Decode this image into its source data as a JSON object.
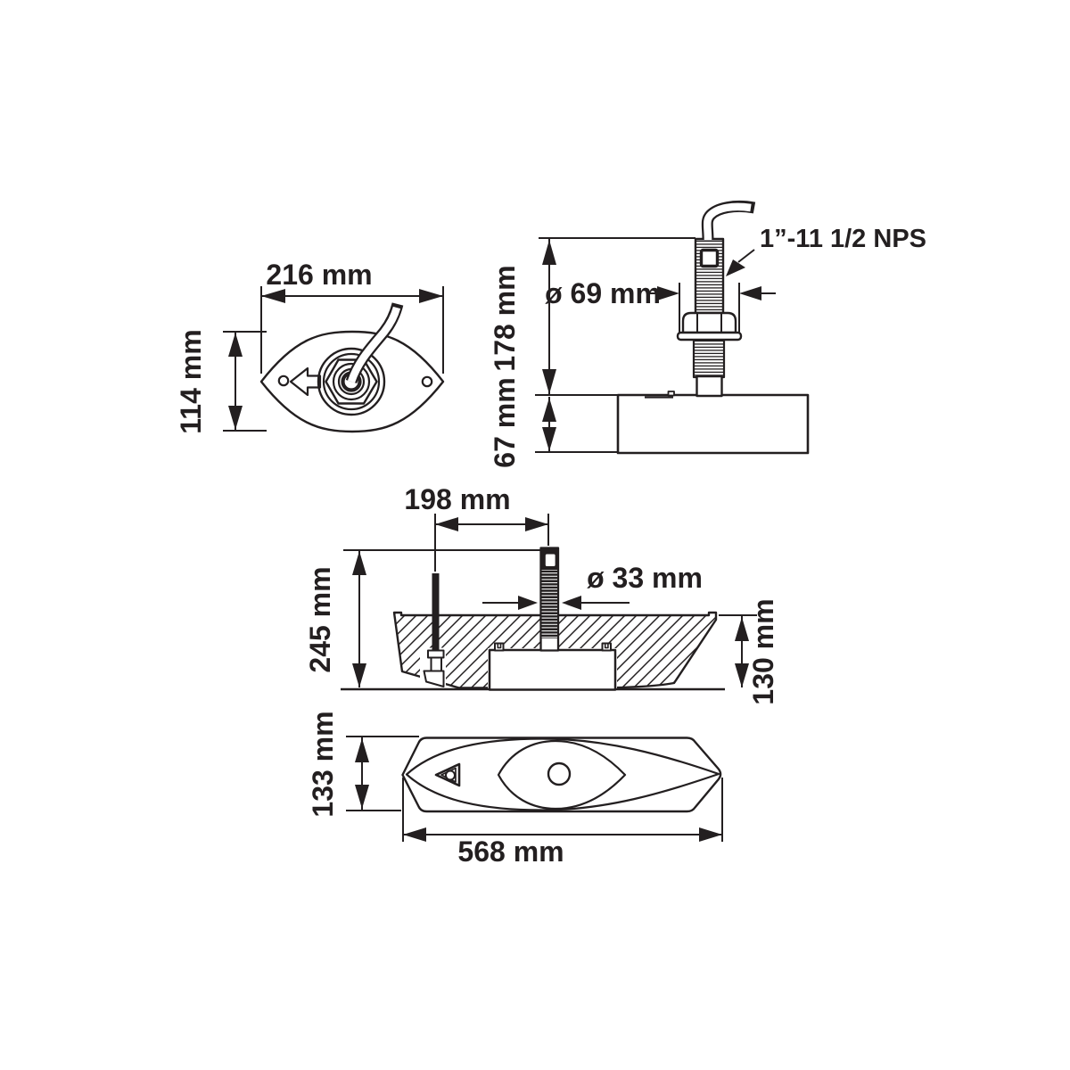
{
  "colors": {
    "line": "#231f20",
    "background": "#ffffff"
  },
  "views": {
    "top": {
      "width": "216 mm",
      "height": "114 mm"
    },
    "side": {
      "height_above_hull": "178 mm",
      "housing_height": "67 mm",
      "stem_diameter": "ø 69 mm",
      "thread_spec": "1”-11 1/2 NPS"
    },
    "installed": {
      "spacing": "198 mm",
      "overall_height": "245 mm",
      "hole_diameter": "ø 33 mm",
      "fairing_depth": "130 mm"
    },
    "fairing_bottom": {
      "width": "133 mm",
      "length": "568 mm"
    }
  }
}
